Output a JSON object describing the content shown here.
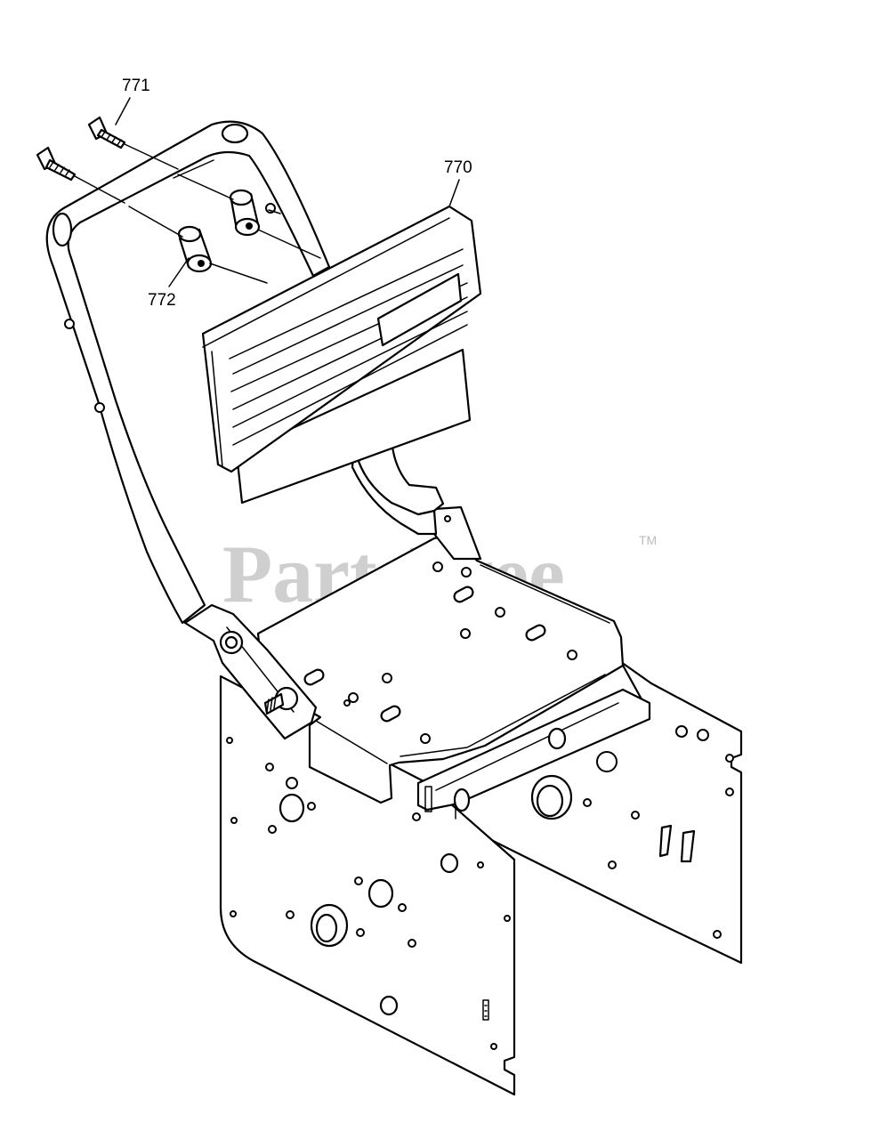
{
  "callouts": [
    {
      "label": "771"
    },
    {
      "label": "770"
    },
    {
      "label": "772"
    }
  ],
  "watermark": {
    "text": "PartsTree",
    "trademark": "TM"
  }
}
